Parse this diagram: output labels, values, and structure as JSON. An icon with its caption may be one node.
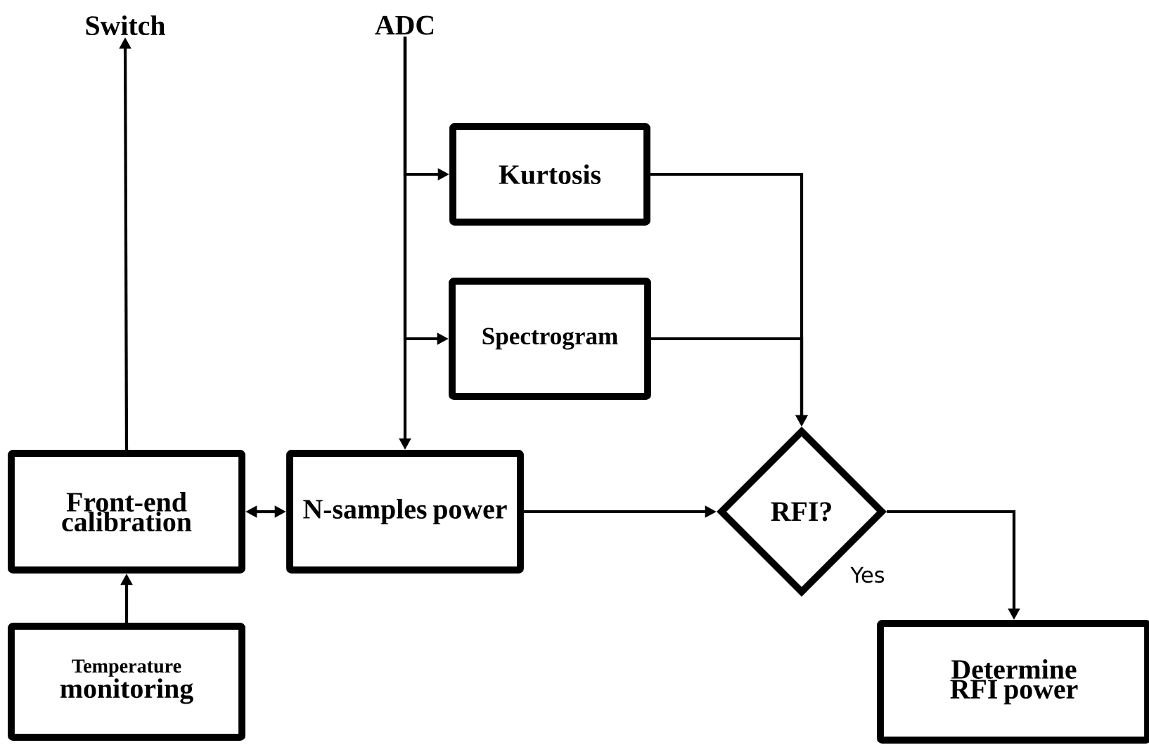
{
  "diagram": {
    "nodes": [
      {
        "text": [
          "Switch"
        ]
      },
      {
        "text": [
          "ADC"
        ]
      },
      {
        "text": [
          "Kurtosis"
        ]
      },
      {
        "text": [
          "Spectrogram"
        ]
      },
      {
        "text": [
          "Front-end calibration"
        ]
      },
      {
        "text": [
          "N-samples power"
        ]
      },
      {
        "text": [
          "RFI?"
        ]
      },
      {
        "text": [
          "Temperature",
          "monitoring"
        ]
      },
      {
        "text": [
          "Determine RFI power"
        ]
      }
    ],
    "edges": [
      {
        "from": 4,
        "to": 0,
        "arrow": "to"
      },
      {
        "from": 1,
        "to": 5,
        "arrow": "to"
      },
      {
        "from": 1,
        "to": 2,
        "arrow": "to"
      },
      {
        "from": 1,
        "to": 3,
        "arrow": "to"
      },
      {
        "from": 4,
        "to": 5,
        "arrow": "both"
      },
      {
        "from": 7,
        "to": 4,
        "arrow": "to"
      },
      {
        "from": 5,
        "to": 6,
        "arrow": "to"
      },
      {
        "from": 2,
        "to": 6,
        "arrow": "to"
      },
      {
        "from": 3,
        "to": 6,
        "arrow": "to"
      },
      {
        "from": 6,
        "to": 8,
        "arrow": "to",
        "label": "Yes"
      }
    ]
  }
}
